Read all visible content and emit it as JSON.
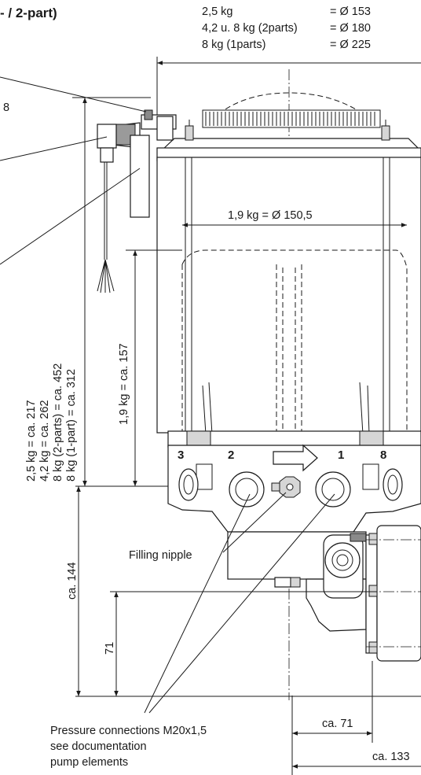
{
  "title_fragment": "- / 2-part)",
  "top_diameters": [
    {
      "label": "2,5 kg",
      "value": "= Ø 153"
    },
    {
      "label": "4,2 u. 8 kg (2parts)",
      "value": "= Ø 180"
    },
    {
      "label": "8 kg (1parts)",
      "value": "= Ø 225"
    }
  ],
  "edge_number": "8",
  "inner_diameter": "1,9 kg = Ø 150,5",
  "height_labels": [
    "2,5 kg = ca. 217",
    "4,2 kg = ca. 262",
    "8 kg (2-parts) = ca. 452",
    "8 kg (1-part) = ca. 312"
  ],
  "small_height": "1,9 kg = ca. 157",
  "ports": [
    "3",
    "2",
    "1",
    "8"
  ],
  "filling_nipple": "Filling nipple",
  "dim_144": "ca. 144",
  "dim_71_vertical": "71",
  "pressure_note": [
    "Pressure connections M20x1,5",
    "see documentation",
    "pump elements"
  ],
  "dim_71_horizontal": "ca. 71",
  "dim_133": "ca. 133"
}
